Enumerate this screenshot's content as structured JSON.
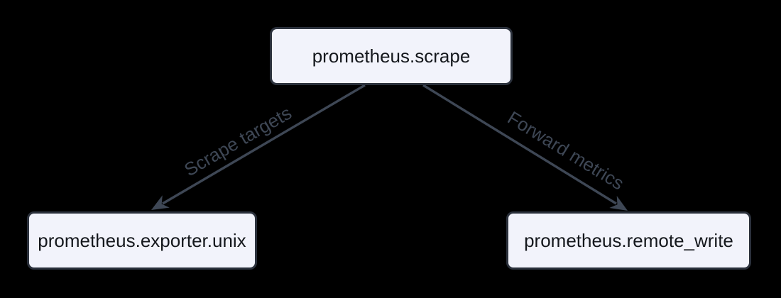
{
  "colors": {
    "bg": "#000000",
    "node_fill": "#f2f3fb",
    "node_border": "#2b313c",
    "node_text": "#15181d",
    "edge": "#3e4755"
  },
  "nodes": {
    "scrape": {
      "label": "prometheus.scrape"
    },
    "exporter_unix": {
      "label": "prometheus.exporter.unix"
    },
    "remote_write": {
      "label": "prometheus.remote_write"
    }
  },
  "edges": {
    "scrape_targets": {
      "label": "Scrape targets",
      "from": "prometheus.scrape",
      "to": "prometheus.exporter.unix"
    },
    "forward_metrics": {
      "label": "Forward metrics",
      "from": "prometheus.scrape",
      "to": "prometheus.remote_write"
    }
  }
}
